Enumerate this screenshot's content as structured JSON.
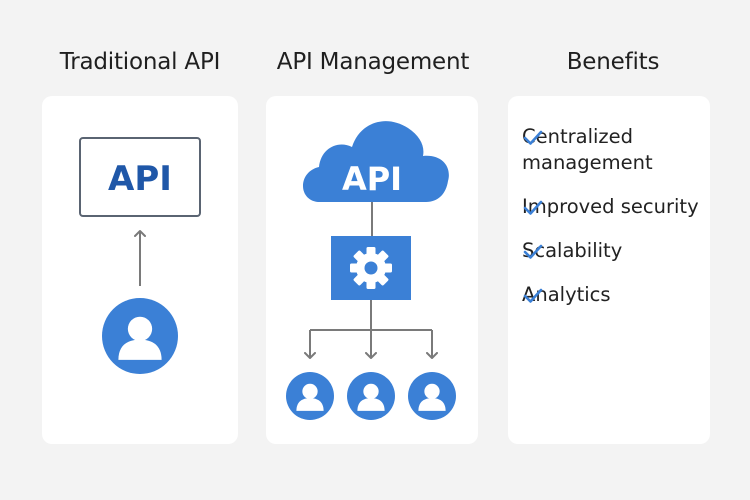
{
  "columns": {
    "traditional": {
      "title": "Traditional API",
      "box_label": "API"
    },
    "management": {
      "title": "API Management",
      "cloud_label": "API"
    },
    "benefits": {
      "title": "Benefits",
      "items": [
        "Centralized management",
        "Improved security",
        "Scalability",
        "Analytics"
      ]
    }
  },
  "colors": {
    "accent": "#3b80d6",
    "api_text": "#1f57a8",
    "arrow": "#7a7a7a",
    "box_border": "#5a6472",
    "panel": "#ffffff",
    "background": "#f3f3f3"
  },
  "icons": {
    "user": "user-icon",
    "gear": "gear-icon",
    "check": "check-icon"
  }
}
